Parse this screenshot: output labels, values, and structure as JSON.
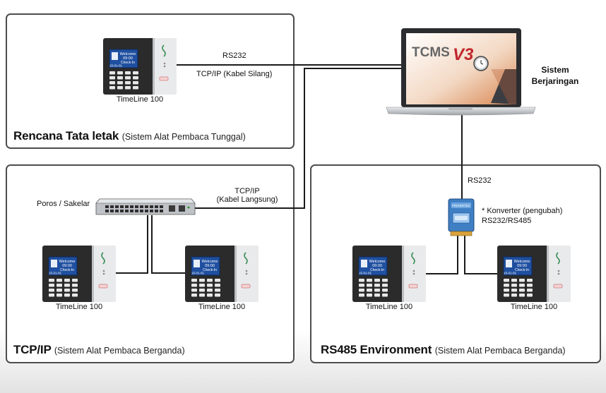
{
  "panels": {
    "single": {
      "title": "Rencana Tata letak",
      "subtitle": "(Sistem Alat Pembaca Tunggal)"
    },
    "tcpip": {
      "title": "TCP/IP",
      "subtitle": "(Sistem Alat Pembaca Berganda)"
    },
    "rs485": {
      "title": "RS485 Environment",
      "subtitle": "(Sistem Alat Pembaca Berganda)"
    }
  },
  "connections": {
    "rs232_top": "RS232",
    "tcpip_cross": "TCP/IP (Kabel Silang)",
    "tcpip_straight_l1": "TCP/IP",
    "tcpip_straight_l2": "(Kabel Langsung)",
    "rs232_right": "RS232"
  },
  "devices": {
    "label": "TimeLine 100",
    "screen_welcome": "Welcome",
    "screen_time": "09:00",
    "screen_check": "Check-In",
    "screen_date": "15-01-01"
  },
  "switch_label": "Poros / Sakelar",
  "converter": {
    "line1": "* Konverter (pengubah)",
    "line2": "RS232/RS485",
    "brand": "FINGERTEC"
  },
  "laptop": {
    "logo": "TCMS",
    "logo_version": "V3",
    "caption_line1": "Sistem",
    "caption_line2": "Berjaringan"
  },
  "colors": {
    "panel_border": "#4d4d4d",
    "device_body": "#2b2b2b",
    "screen": "#1f4fa0",
    "converter": "#3f7fc4",
    "logo_red": "#c1272d"
  }
}
